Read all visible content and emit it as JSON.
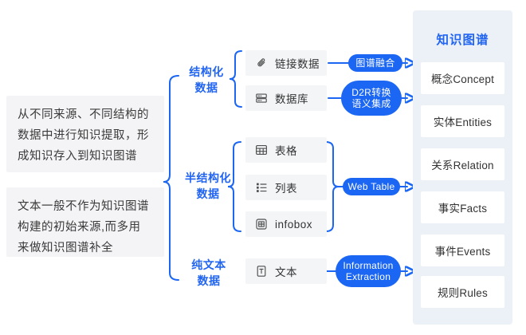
{
  "palette": {
    "accent_blue": "#1b66f2",
    "panel_bg": "#ecf1f8",
    "source_box_bg": "#f3f5f7",
    "note_bg": "#f4f4f6",
    "text_dark": "#333333",
    "badge_text": "#ffffff"
  },
  "notes": [
    {
      "text": "从不同来源、不同结构的\n数据中进行知识提取，形\n成知识存入到知识图谱"
    },
    {
      "text": "文本一般不作为知识图谱\n构建的初始来源,而多用\n来做知识图谱补全"
    }
  ],
  "groups": [
    {
      "label": "结构化\n数据",
      "items": [
        {
          "icon": "paperclip-icon",
          "label": "链接数据"
        },
        {
          "icon": "database-icon",
          "label": "数据库"
        }
      ]
    },
    {
      "label": "半结构化\n数据",
      "items": [
        {
          "icon": "table-icon",
          "label": "表格"
        },
        {
          "icon": "list-icon",
          "label": "列表"
        },
        {
          "icon": "infobox-icon",
          "label": "infobox"
        }
      ]
    },
    {
      "label": "纯文本\n数据",
      "items": [
        {
          "icon": "text-file-icon",
          "label": "文本"
        }
      ]
    }
  ],
  "badges": [
    {
      "label": "图谱融合"
    },
    {
      "label": "D2R转换\n语义集成"
    },
    {
      "label": "Web Table"
    },
    {
      "label": "Information\nExtraction"
    }
  ],
  "panel": {
    "title": "知识图谱",
    "items": [
      "概念Concept",
      "实体Entities",
      "关系Relation",
      "事实Facts",
      "事件Events",
      "规则Rules"
    ]
  }
}
